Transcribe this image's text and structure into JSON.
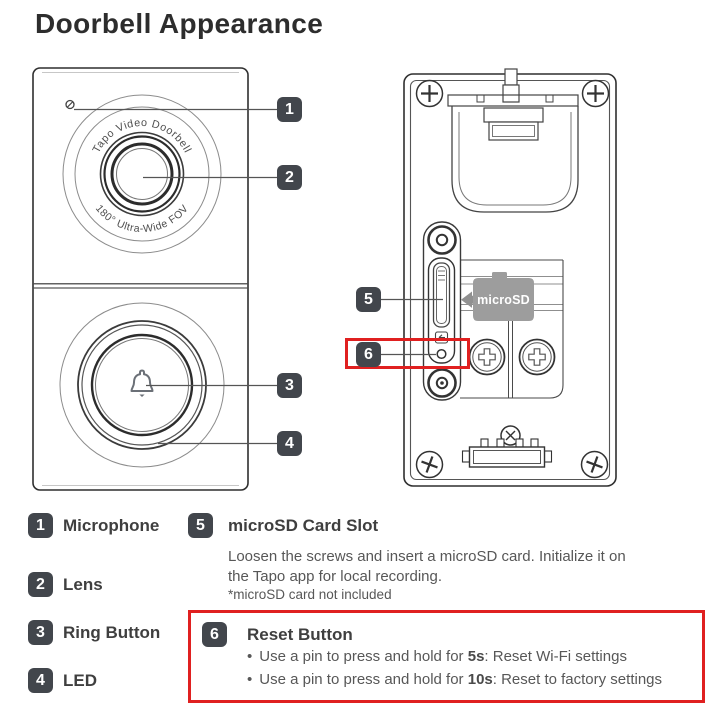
{
  "page": {
    "title": "Doorbell Appearance"
  },
  "diagram": {
    "front": {
      "lens_ring_text_top": "Tapo Video Doorbell",
      "lens_ring_text_bottom": "180° Ultra-Wide FOV"
    },
    "back": {
      "sd_card_label": "microSD"
    },
    "badges": [
      "1",
      "2",
      "3",
      "4",
      "5",
      "6"
    ]
  },
  "legend": {
    "items": [
      {
        "num": "1",
        "label": "Microphone"
      },
      {
        "num": "2",
        "label": "Lens"
      },
      {
        "num": "3",
        "label": "Ring Button"
      },
      {
        "num": "4",
        "label": "LED"
      }
    ],
    "microsd": {
      "num": "5",
      "title": "microSD Card Slot",
      "description_lines": [
        "Loosen the screws and insert a microSD card. Initialize it on",
        "the Tapo app for local recording."
      ],
      "note": "*microSD card not included"
    },
    "reset": {
      "num": "6",
      "title": "Reset Button",
      "bullet_char": "•",
      "bullets": [
        {
          "pre": "Use a pin to press and hold for ",
          "bold": "5s",
          "post": ": Reset Wi-Fi settings"
        },
        {
          "pre": "Use a pin to press and hold for ",
          "bold": "10s",
          "post": ": Reset to factory settings"
        }
      ]
    }
  },
  "colors": {
    "badge_bg": "#42464c",
    "highlight_red": "#e02020",
    "card_gray": "#9d9d9d"
  }
}
